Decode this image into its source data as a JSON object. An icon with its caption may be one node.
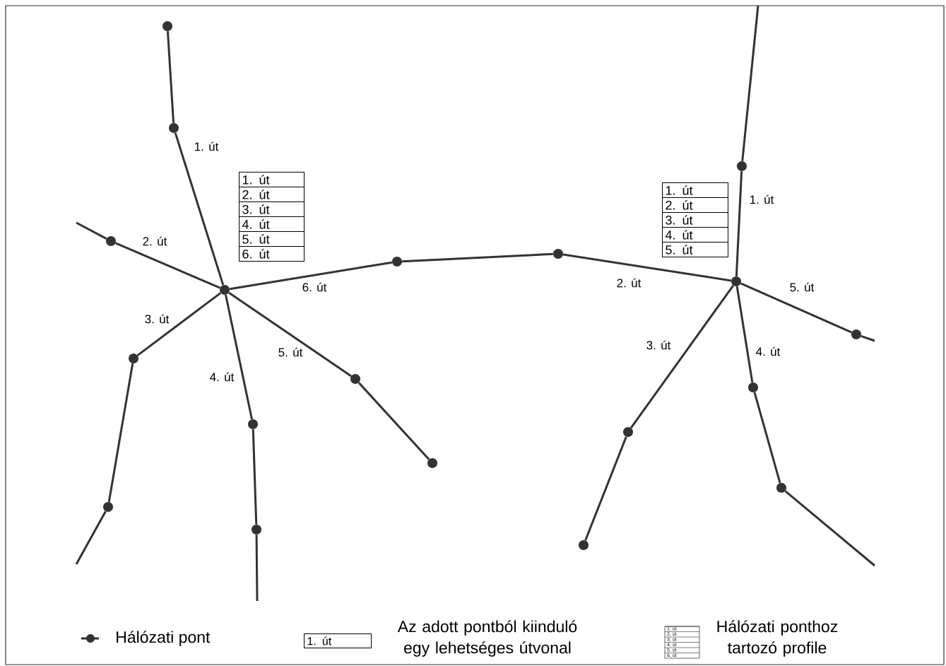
{
  "diagram": {
    "nodes": [
      {
        "text": [],
        "shape": "circle"
      },
      {
        "text": [],
        "shape": "circle"
      },
      {
        "text": [],
        "shape": "circle"
      },
      {
        "text": [],
        "shape": "circle"
      },
      {
        "text": [],
        "shape": "circle"
      },
      {
        "text": [],
        "shape": "circle"
      },
      {
        "text": [],
        "shape": "circle"
      },
      {
        "text": [],
        "shape": "circle"
      },
      {
        "text": [],
        "shape": "circle"
      },
      {
        "text": [],
        "shape": "circle"
      },
      {
        "text": [],
        "shape": "circle"
      },
      {
        "text": [],
        "shape": "circle"
      },
      {
        "text": [],
        "shape": "circle"
      },
      {
        "text": [],
        "shape": "circle"
      },
      {
        "text": [],
        "shape": "circle"
      },
      {
        "text": [],
        "shape": "circle"
      },
      {
        "text": [],
        "shape": "circle"
      },
      {
        "text": [],
        "shape": "circle"
      },
      {
        "text": [],
        "shape": "circle"
      },
      {
        "text": [
          "1. út"
        ]
      },
      {
        "text": [
          "2. út"
        ]
      },
      {
        "text": [
          "3. út"
        ]
      },
      {
        "text": [
          "4. út"
        ]
      },
      {
        "text": [
          "5. út"
        ]
      },
      {
        "text": [
          "6. út"
        ]
      },
      {
        "text": [
          "1. út"
        ]
      },
      {
        "text": [
          "2. út"
        ]
      },
      {
        "text": [
          "3. út"
        ]
      },
      {
        "text": [
          "4. út"
        ]
      },
      {
        "text": [
          "5. út"
        ]
      }
    ],
    "edges": [
      {
        "from": 7,
        "to": 1,
        "arrow": "none",
        "label": "1. út"
      },
      {
        "from": 1,
        "to": 0,
        "arrow": "none"
      },
      {
        "from": 7,
        "to": 3,
        "arrow": "none",
        "label": "2. út"
      },
      {
        "from": 3,
        "to": null,
        "arrow": "none"
      },
      {
        "from": 7,
        "to": 9,
        "arrow": "none",
        "label": "3. út"
      },
      {
        "from": 9,
        "to": 16,
        "arrow": "none"
      },
      {
        "from": 16,
        "to": null,
        "arrow": "none"
      },
      {
        "from": 7,
        "to": 12,
        "arrow": "none",
        "label": "4. út"
      },
      {
        "from": 12,
        "to": 17,
        "arrow": "none"
      },
      {
        "from": 17,
        "to": null,
        "arrow": "none"
      },
      {
        "from": 7,
        "to": 10,
        "arrow": "none",
        "label": "5. út"
      },
      {
        "from": 10,
        "to": 14,
        "arrow": "none"
      },
      {
        "from": 7,
        "to": 5,
        "arrow": "none",
        "label": "6. út"
      },
      {
        "from": 5,
        "to": 4,
        "arrow": "none"
      },
      {
        "from": 4,
        "to": 6,
        "arrow": "none",
        "label": "2. út"
      },
      {
        "from": 6,
        "to": 2,
        "arrow": "none",
        "label": "1. út"
      },
      {
        "from": 2,
        "to": null,
        "arrow": "none"
      },
      {
        "from": 6,
        "to": 8,
        "arrow": "none",
        "label": "5. út"
      },
      {
        "from": 8,
        "to": null,
        "arrow": "none"
      },
      {
        "from": 6,
        "to": 13,
        "arrow": "none",
        "label": "3. út"
      },
      {
        "from": 13,
        "to": 18,
        "arrow": "none"
      },
      {
        "from": 6,
        "to": 11,
        "arrow": "none",
        "label": "4. út"
      },
      {
        "from": 11,
        "to": 15,
        "arrow": "none"
      },
      {
        "from": 15,
        "to": null,
        "arrow": "none"
      }
    ],
    "labels": [
      "1. út",
      "1. út",
      "2. út",
      "3. út",
      "4. út",
      "5. út",
      "6. út"
    ],
    "legend": [
      {
        "text": "Hálózati pont"
      },
      {
        "text": "Az adott pontból kiinduló egy lehetséges útvonal"
      },
      {
        "text": "Hálózati ponthoz tartozó profile"
      }
    ]
  }
}
